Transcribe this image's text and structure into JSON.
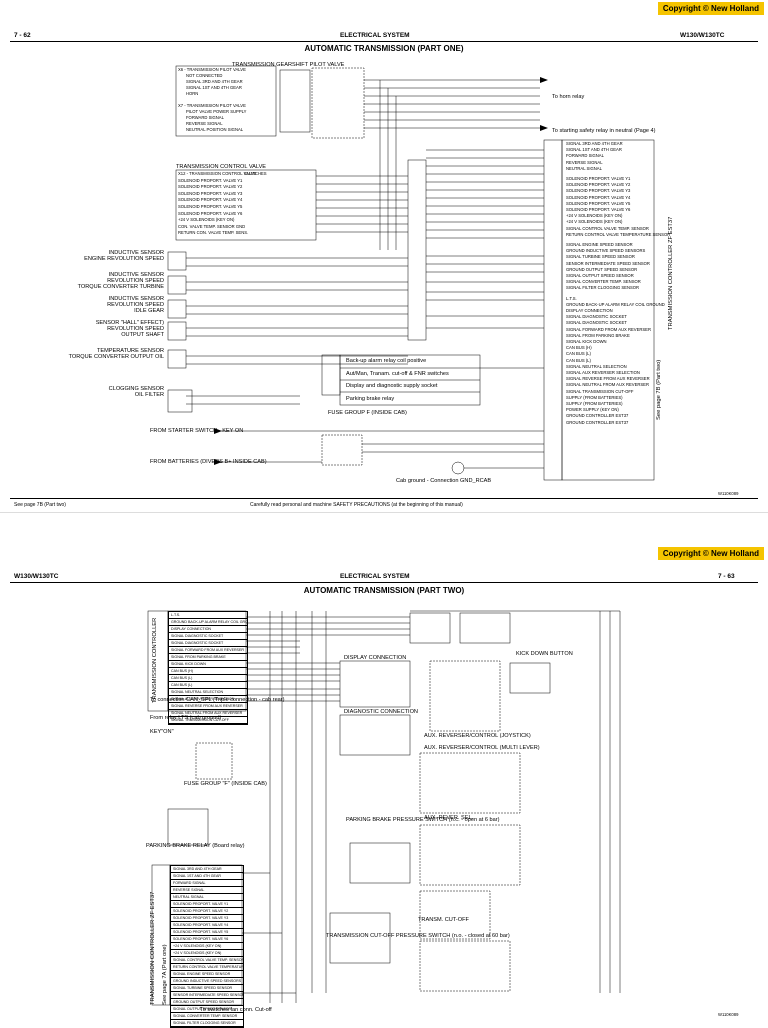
{
  "page1": {
    "copyright": "Copyright © New Holland",
    "page_number": "7 - 62",
    "section": "ELECTRICAL SYSTEM",
    "model": "W130/W130TC",
    "title": "AUTOMATIC TRANSMISSION (PART ONE)",
    "selector_title": "TRANSMISSION GEARSHIFT PILOT VALVE",
    "x6": [
      "X6 - TRANSMISSION PILOT VALVE",
      "NOT CONNECTED",
      "SIGNAL 3RD AND 4TH GEAR",
      "SIGNAL 1ST AND 4TH GEAR",
      "HORN"
    ],
    "x7": [
      "X7 - TRANSMISSION PILOT VALVE",
      "PILOT VALVE POWER SUPPLY",
      "FORWARD SIGNAL",
      "REVERSE SIGNAL",
      "NEUTRAL POSITION SIGNAL"
    ],
    "to_horn_relay": "To horn relay",
    "to_starting_relay": "To starting safety relay in neutral (Page 4)",
    "control_valve_title": "TRANSMISSION CONTROL VALVE",
    "x12": [
      "X12 - TRANSMISSION CONTROL VALVE",
      "SOLENOID PROPORT. VALVE Y1",
      "SOLENOID PROPORT. VALVE Y2",
      "SOLENOID PROPORT. VALVE Y3",
      "SOLENOID PROPORT. VALVE Y4",
      "SOLENOID PROPORT. VALVE Y5",
      "SOLENOID PROPORT. VALVE Y6",
      "+24 V SOLENOIDS (KEY ON)",
      "CON. VALVE TEMP. SENSOR GND",
      "RETURN CON. VALVE TEMP. SENS."
    ],
    "clutches_label": "CLUTCHES",
    "sensors": [
      "INDUCTIVE SENSOR\nENGINE REVOLUTION SPEED",
      "INDUCTIVE SENSOR\nREVOLUTION SPEED\nTORQUE CONVERTER TURBINE",
      "INDUCTIVE SENSOR\nREVOLUTION SPEED\nIDLE GEAR",
      "SENSOR \"HALL\" EFFECT)\nREVOLUTION SPEED\nOUTPUT SHAFT",
      "TEMPERATURE SENSOR\nTORQUE CONVERTER OUTPUT OIL",
      "CLOGGING SENSOR\nOIL FILTER"
    ],
    "relay_items": [
      "Back-up alarm relay coil positive",
      "Aut/Man, Tranam. cut-off & FNR switches",
      "Display and diagnostic supply socket",
      "Parking brake relay"
    ],
    "fuse_group": "FUSE GROUP F (INSIDE CAB)",
    "from_starter": "FROM STARTER SWITCH - KEY ON",
    "from_batteries": "FROM BATTERIES (DIVERS B+ INSIDE CAB)",
    "cab_ground": "Cab ground - Connection GND_RCAB",
    "controller_label": "TRANSMISSION CONTROLLER ZF EST37",
    "see_page": "See page 7B (Part two)",
    "controller_pins_a": [
      "SIGNAL 3RD AND 4TH GEAR",
      "SIGNAL 1ST AND 4TH GEAR",
      "FORWARD SIGNAL",
      "REVERSE SIGNAL",
      "NEUTRAL SIGNAL"
    ],
    "controller_pins_b": [
      "SOLENOID PROPORT. VALVE Y1",
      "SOLENOID PROPORT. VALVE Y2",
      "SOLENOID PROPORT. VALVE Y3",
      "SOLENOID PROPORT. VALVE Y4",
      "SOLENOID PROPORT. VALVE Y5",
      "SOLENOID PROPORT. VALVE Y6",
      "+24 V SOLENOIDS (KEY ON)",
      "+24 V SOLENOIDS (KEY ON)",
      "SIGNAL CONTROL VALVE TEMP. SENSOR",
      "RETURN CONTROL VALVE TEMPERATURE SENSOR"
    ],
    "controller_pins_c": [
      "SIGNAL ENGINE SPEED SENSOR",
      "GROUND INDUCTIVE SPEED SENSORS",
      "SIGNAL TURBINE SPEED SENSOR",
      "SENSOR INTERMEDIATE SPEED SENSOR",
      "GROUND OUTPUT SPEED SENSOR",
      "SIGNAL OUTPUT SPEED SENSOR",
      "SIGNAL CONVERTER TEMP. SENSOR",
      "SIGNAL FILTER CLOGGING SENSOR"
    ],
    "controller_pins_d": [
      "L.T.S.",
      "GROUND BACK-UP ALARM RELAY COIL GROUND",
      "DISPLAY CONNECTION",
      "SIGNAL DIAGNOSTIC SOCKET",
      "SIGNAL DIAGNOSTIC SOCKET",
      "SIGNAL FORWARD FROM AUX REVERSER",
      "SIGNAL FROM PARKING BRAKE",
      "SIGNAL KICK DOWN",
      "CAN BUS (H)",
      "CAN BUS (L)",
      "CAN BUS (L)",
      "SIGNAL NEUTRAL SELECTION",
      "SIGNAL AUX REVERSER SELECTION",
      "SIGNAL REVERSE FROM AUX REVERSER",
      "SIGNAL NEUTRAL FROM AUX REVERSER",
      "SIGNAL TRANSMISSION CUT-OFF",
      "SUPPLY (FROM BATTERIES)",
      "SUPPLY (FROM BATTERIES)",
      "POWER SUPPLY (KEY ON)",
      "GROUND CONTROLLER EST37",
      "GROUND CONTROLLER EST37"
    ],
    "footer_left": "See page 7B (Part two)",
    "footer_center": "Carefully read personal and machine SAFETY PRECAUTIONS (at the beginning of this manual)",
    "drawing_code": "W110K089"
  },
  "page2": {
    "copyright": "Copyright © New Holland",
    "page_number": "7 - 63",
    "section": "ELECTRICAL SYSTEM",
    "model": "W130/W130TC",
    "title": "AUTOMATIC TRANSMISSION (PART TWO)",
    "controller_label": "TRANSMISSION CONTROLLER",
    "controller_label_2": "TRANSMISSION CONTROLLER ZF EST37",
    "see_page": "See page 7A (Part one)",
    "display_connection": "DISPLAY CONNECTION",
    "diagnostic_connection": "DIAGNOSTIC CONNECTION",
    "kick_down": "KICK DOWN\nBUTTON",
    "to_can": "To connection CAN_SPL\n(Triple connection - cab rear)",
    "from_lts": "From relay LTS (cab ground)",
    "key_on": "KEY\"ON\"",
    "fuse_group": "FUSE GROUP \"F\" (INSIDE CAB)",
    "aux_reverser": "AUX. REVERSER/CONTROL\n(JOYSTICK)",
    "aux_reverser_2": "AUX. REVERSER/CONTROL (MULTI LEVER)",
    "aux_rever_sel": "AUX. REVER. SEL.",
    "parking_brake_switch": "PARKING BRAKE\nPRESSURE SWITCH\n(n.c. - open at 6 bar)",
    "parking_brake_relay": "PARKING BRAKE RELAY\n(Board relay)",
    "tranm_cutoff": "TRANSM. CUT-OFF",
    "cutoff_switch": "TRANSMISSION CUT-OFF\nPRESSURE SWITCH\n(n.o. - closed at 60 bar)",
    "to_switches": "To switches fan conn. Cut-off",
    "drawing_code": "W110K089"
  }
}
